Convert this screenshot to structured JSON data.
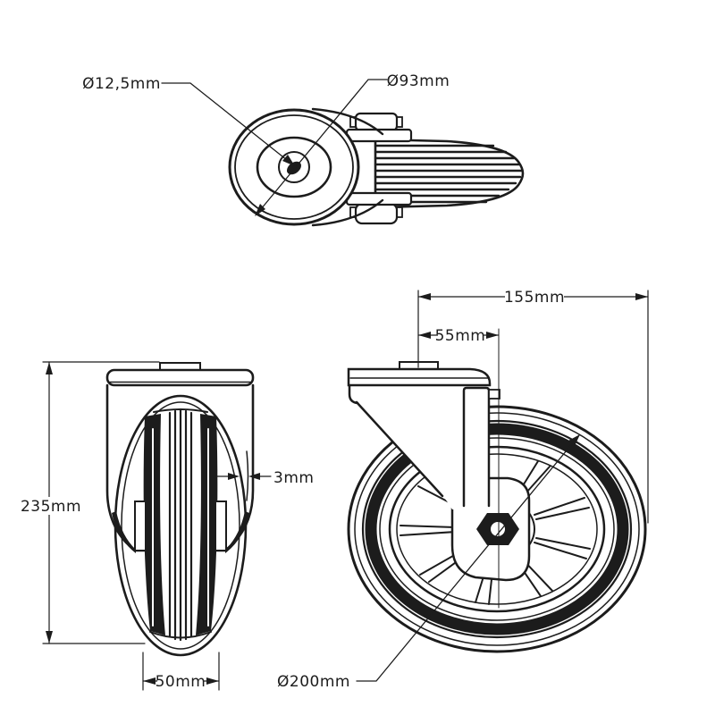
{
  "colors": {
    "line": "#1c1c1c",
    "background": "#ffffff"
  },
  "views": {
    "top": {
      "name": "top-view",
      "dimensions": {
        "bolt_hole_diameter": {
          "label": "Ø12,5mm"
        },
        "plate_diameter": {
          "label": "Ø93mm"
        }
      }
    },
    "front": {
      "name": "front-view",
      "dimensions": {
        "overall_height": {
          "label": "235mm"
        },
        "wheel_clearance": {
          "label": "3mm"
        },
        "wheel_width": {
          "label": "50mm"
        }
      }
    },
    "side": {
      "name": "side-view",
      "dimensions": {
        "overall_length": {
          "label": "155mm"
        },
        "swivel_offset": {
          "label": "55mm"
        },
        "wheel_diameter": {
          "label": "Ø200mm"
        }
      }
    }
  }
}
